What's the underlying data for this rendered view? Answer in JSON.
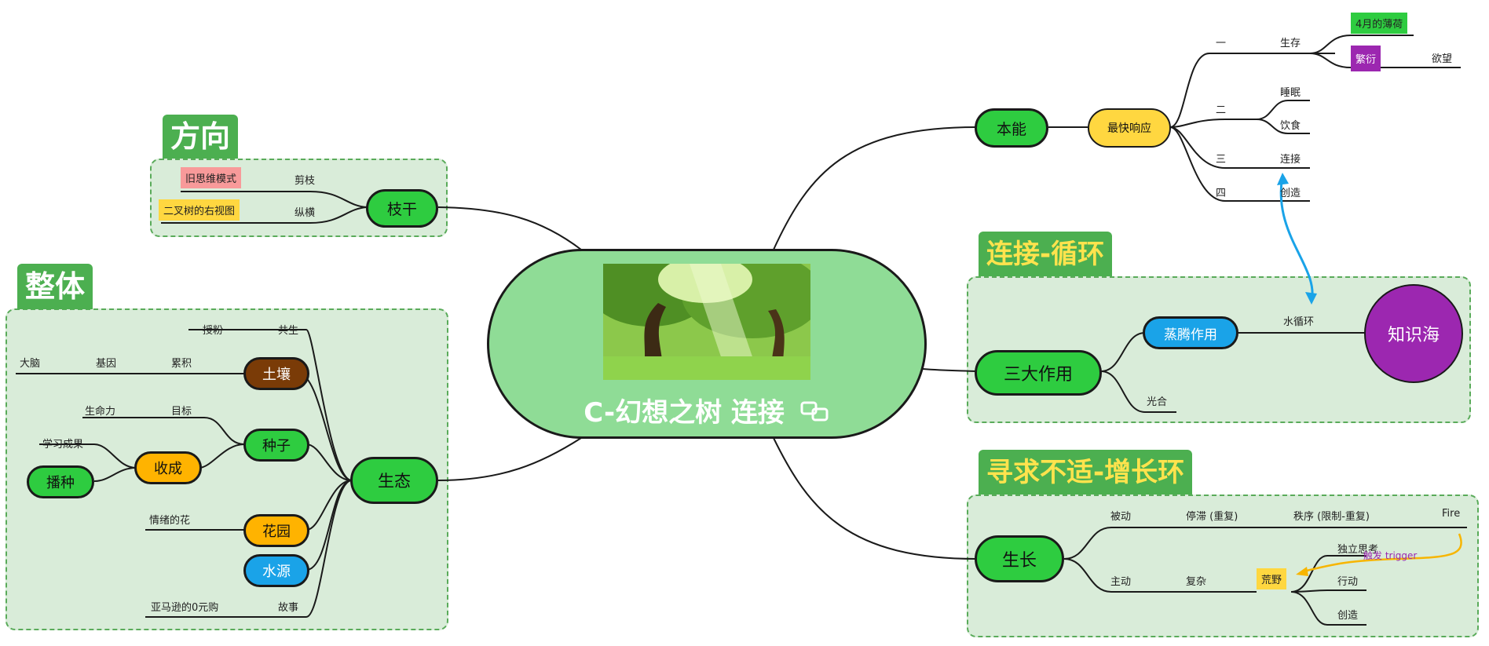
{
  "central": {
    "title": "C-幻想之树 连接"
  },
  "groups": {
    "fangxiang": {
      "title": "方向"
    },
    "zhengti": {
      "title": "整体"
    },
    "lianjie": {
      "title": "连接-循环"
    },
    "xunqiu": {
      "title": "寻求不适-增长环"
    }
  },
  "direction": {
    "node": "枝干",
    "branches": [
      {
        "label": "剪枝",
        "tag": "旧思维模式"
      },
      {
        "label": "纵横",
        "tag": "二叉树的右视图"
      }
    ]
  },
  "ecology": {
    "node": "生态",
    "soil": "土壤",
    "seed": "种子",
    "harvest": "收成",
    "sow": "播种",
    "garden": "花园",
    "water": "水源",
    "labels": {
      "symbiosis": "共生",
      "pollination": "授粉",
      "accumulate": "累积",
      "gene": "基因",
      "brain": "大脑",
      "goal": "目标",
      "vitality": "生命力",
      "learning": "学习成果",
      "emotion_flower": "情绪的花",
      "story": "故事",
      "amazon": "亚马逊的0元购"
    }
  },
  "instinct": {
    "node": "本能",
    "response": "最快响应",
    "nums": [
      "一",
      "二",
      "三",
      "四"
    ],
    "survive": "生存",
    "mint": "4月的薄荷",
    "reproduce": "繁衍",
    "desire": "欲望",
    "sleep": "睡眠",
    "diet": "饮食",
    "connect": "连接",
    "create": "创造"
  },
  "cycle": {
    "node": "三大作用",
    "evaporation": "蒸腾作用",
    "photosynthesis": "光合",
    "water_cycle": "水循环",
    "sea": "知识海"
  },
  "growth": {
    "node": "生长",
    "passive": "被动",
    "stagnation": "停滞 (重复)",
    "order": "秩序 (限制-重复)",
    "fire": "Fire",
    "active": "主动",
    "complex": "复杂",
    "wild": "荒野",
    "independent": "独立思考",
    "action": "行动",
    "create": "创造",
    "trigger": "触发 trigger"
  },
  "colors": {
    "group_bg": "#d9ecd9",
    "group_border": "#5aab5a",
    "title_bg": "#4caf50",
    "node_green": "#2ecc40",
    "central_bg": "#8fdc96",
    "accent_blue": "#1aa3e8",
    "accent_orange": "#f7b500"
  }
}
